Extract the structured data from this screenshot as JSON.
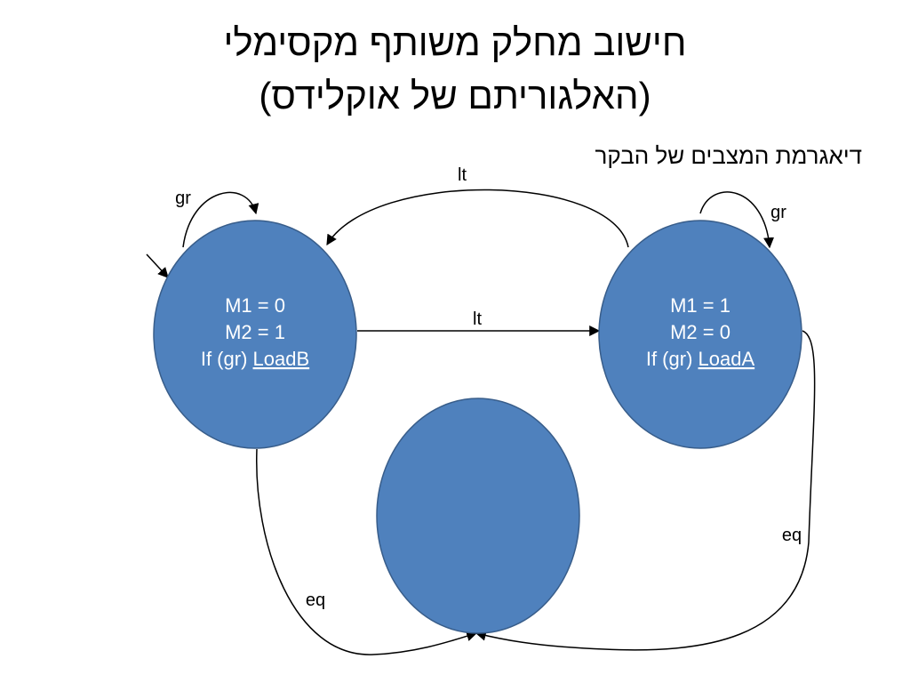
{
  "title": {
    "line1": "חישוב מחלק משותף מקסימלי",
    "line2": "(האלגוריתם של אוקלידס)"
  },
  "subtitle": "דיאגרמת המצבים של הבקר",
  "colors": {
    "state_fill": "#4f81bd",
    "state_stroke": "#385d8a",
    "edge": "#000000"
  },
  "states": [
    {
      "id": "s0",
      "lines": [
        "M1 = 0",
        "M2 = 1"
      ],
      "cond": "If (gr) ",
      "action": "LoadB"
    },
    {
      "id": "s1",
      "lines": [
        "M1 = 1",
        "M2 = 0"
      ],
      "cond": "If (gr) ",
      "action": "LoadA"
    },
    {
      "id": "s2",
      "lines": [],
      "cond": "",
      "action": ""
    }
  ],
  "edges": {
    "lt_top": "lt",
    "lt_mid": "lt",
    "gr_left": "gr",
    "gr_right": "gr",
    "eq_left": "eq",
    "eq_right": "eq"
  }
}
